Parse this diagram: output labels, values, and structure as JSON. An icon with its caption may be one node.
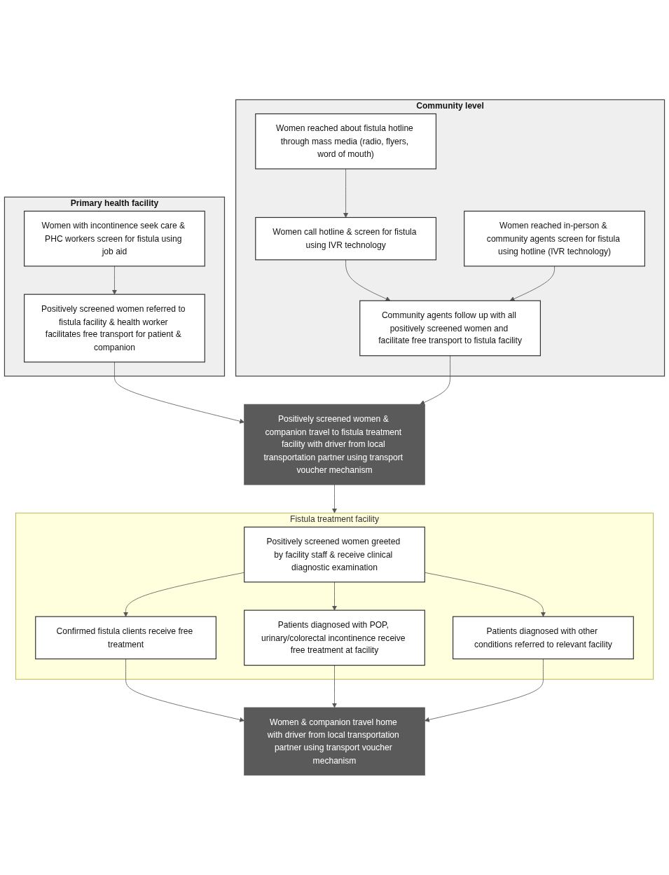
{
  "diagram": {
    "nodes": [
      {
        "text": [
          "Primary health facility"
        ]
      },
      {
        "text": [
          "Women with incontinence seek care & PHC workers screen for fistula using job aid"
        ],
        "in": 0
      },
      {
        "text": [
          "Positively screened women referred to fistula facility & health worker facilitates free transport for patient & companion"
        ],
        "in": 0
      },
      {
        "text": [
          "Community level"
        ]
      },
      {
        "text": [
          "Women reached about fistula hotline through mass media (radio, flyers, word of mouth)"
        ],
        "in": 3
      },
      {
        "text": [
          "Women call hotline & screen for fistula using IVR technology"
        ],
        "in": 3
      },
      {
        "text": [
          "Women reached in-person & community agents screen for fistula using hotline (IVR technology)"
        ],
        "in": 3
      },
      {
        "text": [
          "Community agents follow up with all positively screened women and facilitate free transport to fistula facility"
        ],
        "in": 3
      },
      {
        "text": [
          "Positively screened women & companion travel to fistula treatment facility with driver from local transportation partner using transport voucher mechanism"
        ]
      },
      {
        "text": [
          "Fistula treatment facility"
        ]
      },
      {
        "text": [
          "Positively screened women greeted by facility staff & receive clinical diagnostic examination"
        ],
        "in": 9
      },
      {
        "text": [
          "Confirmed fistula clients receive free treatment"
        ],
        "in": 9
      },
      {
        "text": [
          "Patients diagnosed with POP, urinary/colorectal incontinence receive free treatment at facility"
        ],
        "in": 9
      },
      {
        "text": [
          "Patients diagnosed with other conditions referred to relevant facility"
        ],
        "in": 9
      },
      {
        "text": [
          "Women & companion travel home with driver from local transportation partner using transport voucher mechanism"
        ]
      }
    ],
    "edges": [
      {
        "from": 1,
        "to": 2,
        "arrow": "to"
      },
      {
        "from": 4,
        "to": 5,
        "arrow": "to"
      },
      {
        "from": 5,
        "to": 7,
        "arrow": "to"
      },
      {
        "from": 6,
        "to": 7,
        "arrow": "to"
      },
      {
        "from": 2,
        "to": 8,
        "arrow": "to"
      },
      {
        "from": 7,
        "to": 8,
        "arrow": "to"
      },
      {
        "from": 8,
        "to": 9,
        "arrow": "to"
      },
      {
        "from": 10,
        "to": 11,
        "arrow": "to"
      },
      {
        "from": 10,
        "to": 12,
        "arrow": "to"
      },
      {
        "from": 10,
        "to": 13,
        "arrow": "to"
      },
      {
        "from": 11,
        "to": 14,
        "arrow": "to"
      },
      {
        "from": 12,
        "to": 14,
        "arrow": "to"
      },
      {
        "from": 13,
        "to": 14,
        "arrow": "to"
      }
    ]
  }
}
